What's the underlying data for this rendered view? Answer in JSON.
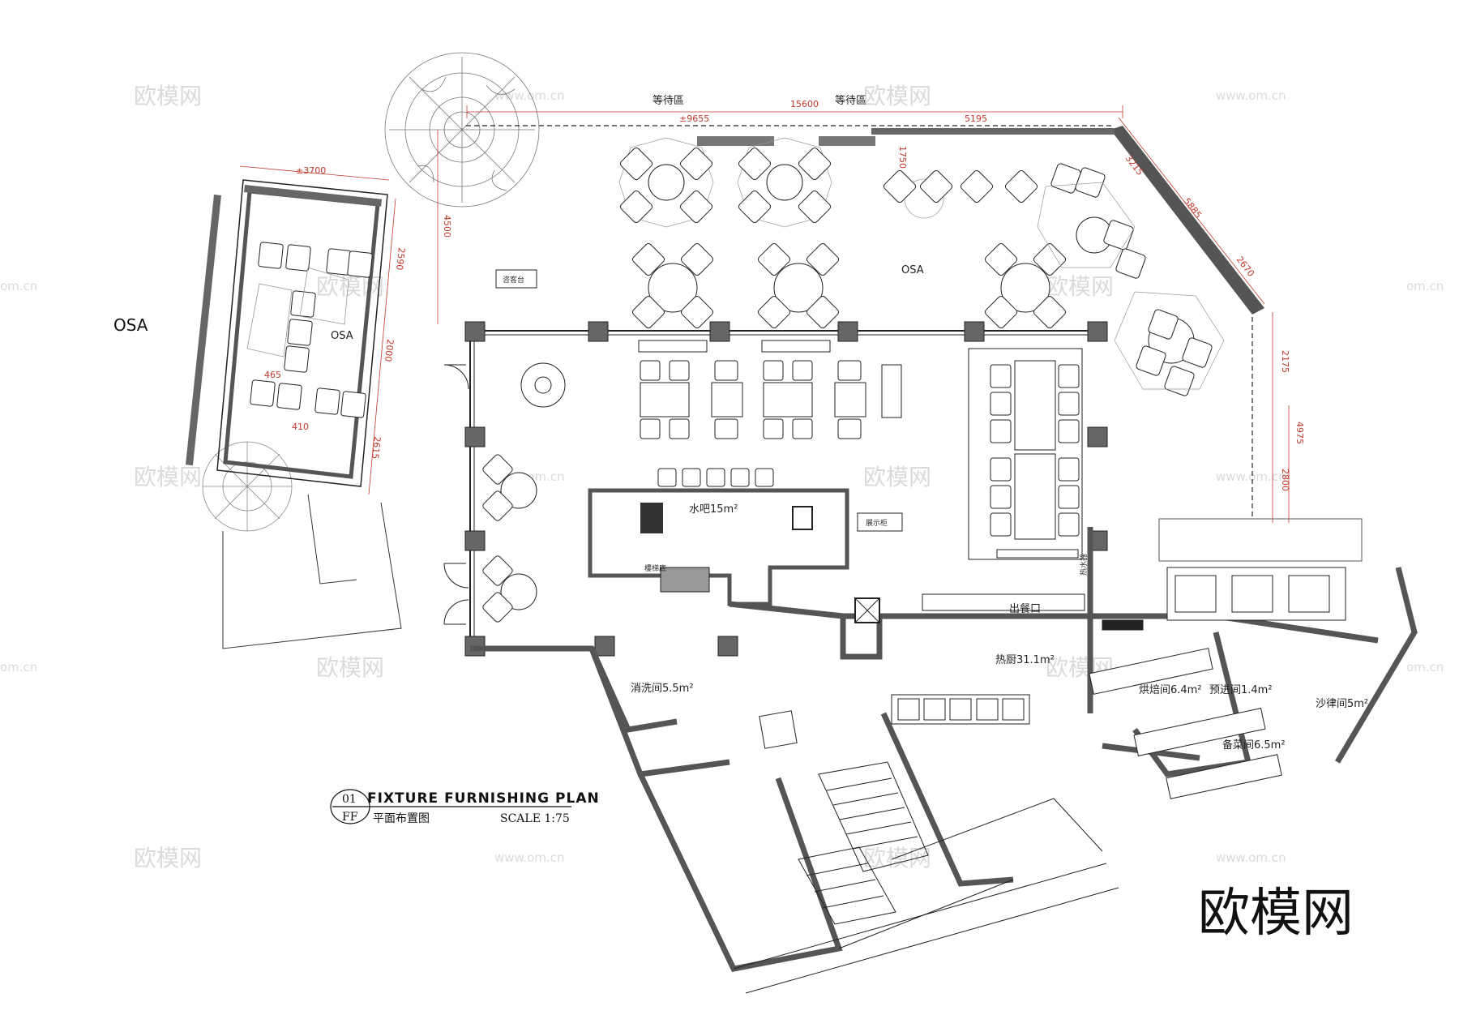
{
  "labels": {
    "osa_outside": "OSA",
    "osa_left": "OSA",
    "osa_main": "OSA",
    "waiting_1": "等待區",
    "waiting_2": "等待區",
    "reception": "咨客台",
    "water_bar": "水吧15m²",
    "stairs": "樓梯底",
    "dishwash": "消洗间5.5m²",
    "hot_kitchen": "热厨31.1m²",
    "bakery": "烘焙间6.4m²",
    "pre_entry": "预进间1.4m²",
    "salad": "沙律间5m²",
    "prep": "备菜间6.5m²",
    "serve_out": "出餐口",
    "display": "展示柜",
    "water_heater": "热水器"
  },
  "dimensions": {
    "top_15600": "15600",
    "top_9655": "±9655",
    "top_5195": "5195",
    "left_3700": "±3700",
    "left_2590": "2590",
    "left_2000": "2000",
    "left_2615": "2615",
    "v_4500": "4500",
    "r_3215": "3215",
    "r_5885": "5885",
    "r_2670": "2670",
    "r_2175": "2175",
    "r_4975": "4975",
    "r_2800": "2800",
    "d_465": "465",
    "d_410": "410",
    "d_1750": "1750"
  },
  "title_block": {
    "number": "01",
    "code": "FF",
    "title": "FIXTURE FURNISHING PLAN",
    "subtitle": "平面布置图",
    "scale": "SCALE 1:75"
  },
  "watermark": {
    "text": "欧模网",
    "url": "www.om.cn",
    "url_short": "om.cn",
    "brand": "欧模网"
  },
  "colors": {
    "wall": "#555555",
    "line": "#222222",
    "dimension": "#c0392b",
    "watermark": "#bcbcbc"
  }
}
